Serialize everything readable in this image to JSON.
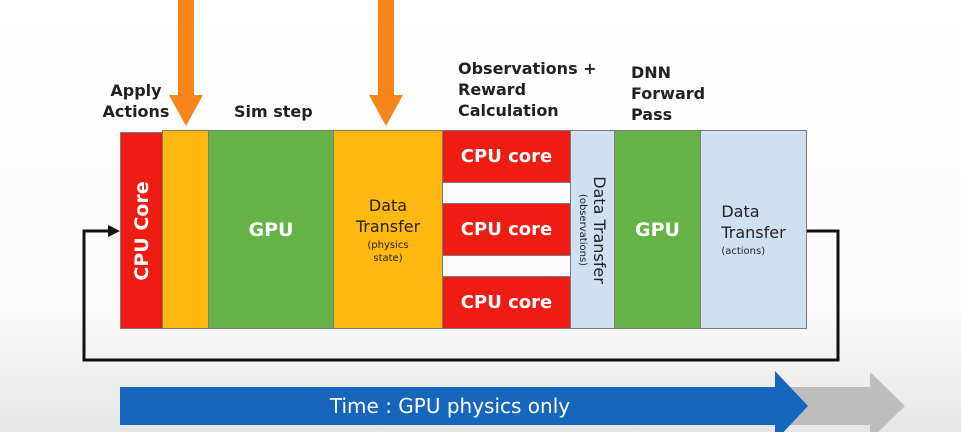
{
  "labels": {
    "apply_actions": [
      "Apply",
      "Actions"
    ],
    "sim_step": "Sim step",
    "observations": [
      "Observations +",
      "Reward",
      "Calculation"
    ],
    "dnn": [
      "DNN",
      "Forward",
      "Pass"
    ]
  },
  "blocks": {
    "cpu_core_vertical": "CPU Core",
    "gpu_sim": "GPU",
    "data_transfer_physics": {
      "title": [
        "Data",
        "Transfer"
      ],
      "sub": [
        "(physics",
        "state)"
      ]
    },
    "cpu_cores": [
      "CPU core",
      "CPU core",
      "CPU core"
    ],
    "data_transfer_obs": {
      "title": "Data Transfer",
      "sub": "(observations)"
    },
    "gpu_dnn": "GPU",
    "data_transfer_actions": {
      "title": [
        "Data",
        "Transfer"
      ],
      "sub": "(actions)"
    }
  },
  "timeline": {
    "label": "Time : GPU physics only"
  },
  "colors": {
    "red": "#ee1c12",
    "orange": "#ffb80f",
    "green": "#65b246",
    "light_blue": "#cfe0f1",
    "arrow_orange": "#f7851a",
    "time_blue": "#1666bd",
    "time_gray": "#bdbdbd"
  }
}
